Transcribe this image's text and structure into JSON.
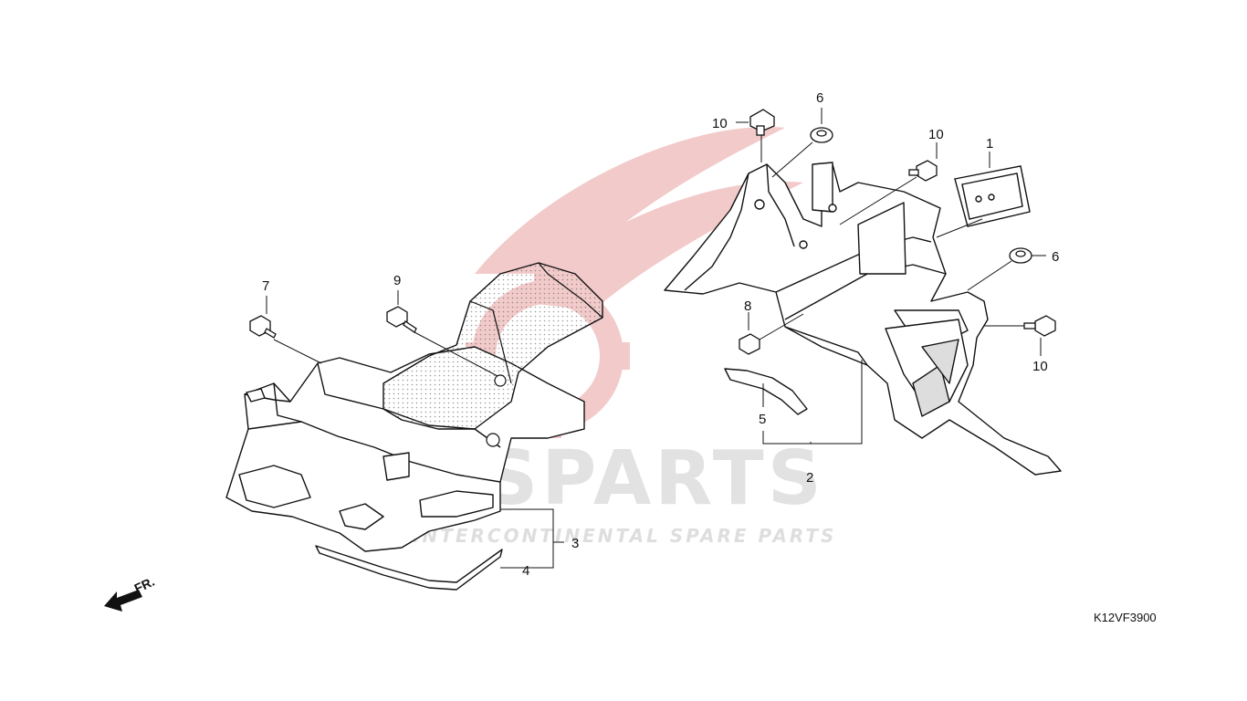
{
  "watermark": {
    "brand": "ICSPARTS",
    "tagline": "INTERCONTINENTAL SPARE PARTS",
    "color": "#e8a0a0",
    "gray": "#d9d9d9"
  },
  "callouts": [
    {
      "id": "c10a",
      "label": "10"
    },
    {
      "id": "c6a",
      "label": "6"
    },
    {
      "id": "c10b",
      "label": "10"
    },
    {
      "id": "c1",
      "label": "1"
    },
    {
      "id": "c6b",
      "label": "6"
    },
    {
      "id": "c8",
      "label": "8"
    },
    {
      "id": "c10c",
      "label": "10"
    },
    {
      "id": "c5",
      "label": "5"
    },
    {
      "id": "c2",
      "label": "2"
    },
    {
      "id": "c7",
      "label": "7"
    },
    {
      "id": "c9",
      "label": "9"
    },
    {
      "id": "c3",
      "label": "3"
    },
    {
      "id": "c4",
      "label": "4"
    }
  ],
  "front_indicator": {
    "label": "FR.",
    "icon": "front-arrow-icon"
  },
  "diagram_code": "K12VF3900"
}
